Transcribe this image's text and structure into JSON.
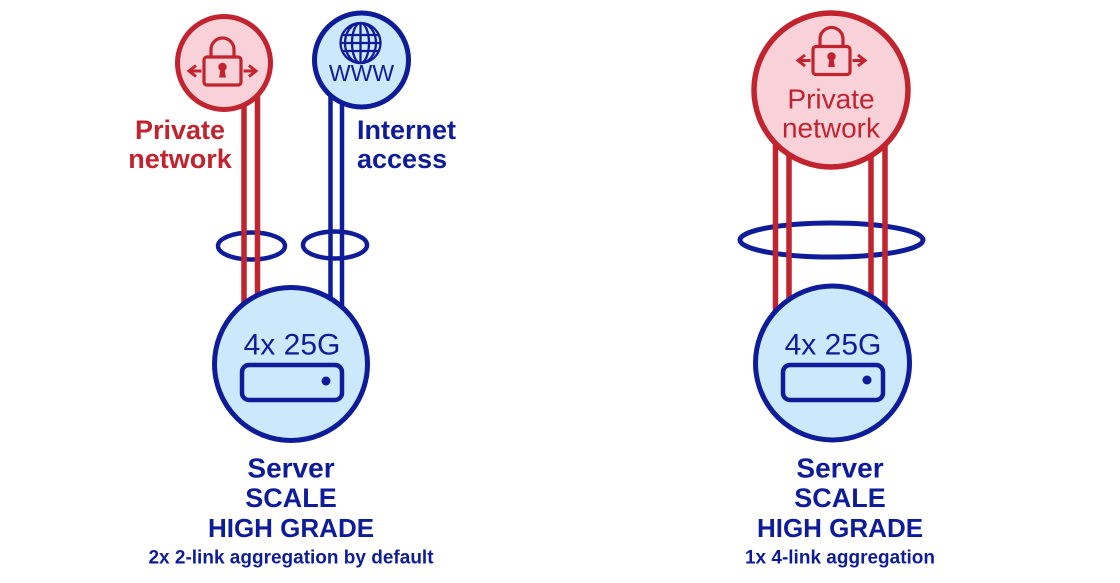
{
  "colors": {
    "red": "#c1242e",
    "pink_fill": "#f9d1d8",
    "navy": "#0e1c9a",
    "light_blue_fill": "#cbe9fa",
    "background": "#ffffff"
  },
  "left_diagram": {
    "private_network": {
      "line1": "Private",
      "line2": "network"
    },
    "internet_access": {
      "globe_text": "WWW",
      "line1": "Internet",
      "line2": "access"
    },
    "server": {
      "capacity": "4x 25G",
      "name": "Server",
      "product_range": "SCALE",
      "product_grade": "HIGH GRADE",
      "aggregation_note": "2x 2-link aggregation by default"
    }
  },
  "right_diagram": {
    "private_network": {
      "line1": "Private",
      "line2": "network"
    },
    "server": {
      "capacity": "4x 25G",
      "name": "Server",
      "product_range": "SCALE",
      "product_grade": "HIGH GRADE",
      "aggregation_note": "1x 4-link aggregation"
    }
  }
}
